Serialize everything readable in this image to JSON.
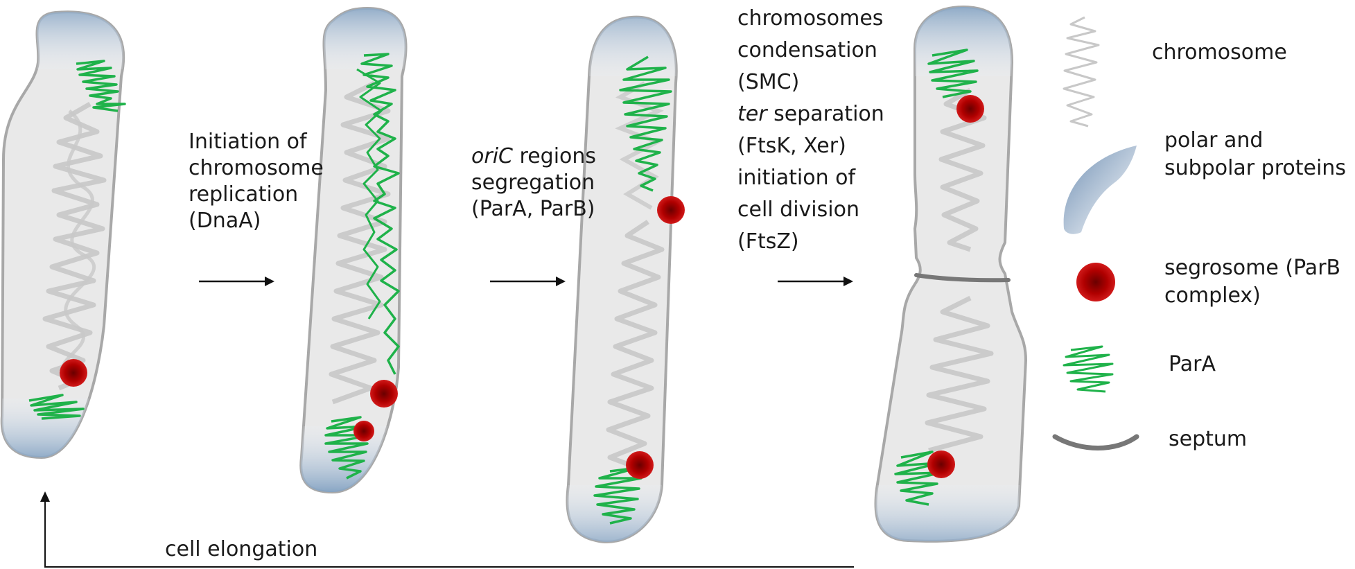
{
  "steps": [
    {
      "lines": [
        "Initiation of",
        "chromosome",
        "replication",
        "(DnaA)"
      ]
    },
    {
      "lines": [
        {
          "em": "oriC",
          "rest": " regions"
        },
        "segregation",
        "(ParA, ParB)"
      ]
    },
    {
      "lines": [
        "chromosomes",
        "condensation",
        "(SMC)",
        {
          "em": "ter",
          "rest": " separation"
        },
        "(FtsK, Xer)",
        "initiation of",
        "cell division",
        "(FtsZ)"
      ]
    }
  ],
  "cycle_label": "cell elongation",
  "legend": {
    "chromosome": "chromosome",
    "polar": [
      "polar and",
      "subpolar proteins"
    ],
    "segrosome": [
      "segrosome (ParB",
      "complex)"
    ],
    "para": "ParA",
    "septum": "septum"
  },
  "colors": {
    "cell_fill": "#e9e9e9",
    "cell_outline": "#a8a8a8",
    "chromosome": "#c8c8c8",
    "para": "#1fb24a",
    "segrosome": "#b00000",
    "pole": "#7f9fc0",
    "septum": "#777777",
    "arrow": "#111111"
  }
}
